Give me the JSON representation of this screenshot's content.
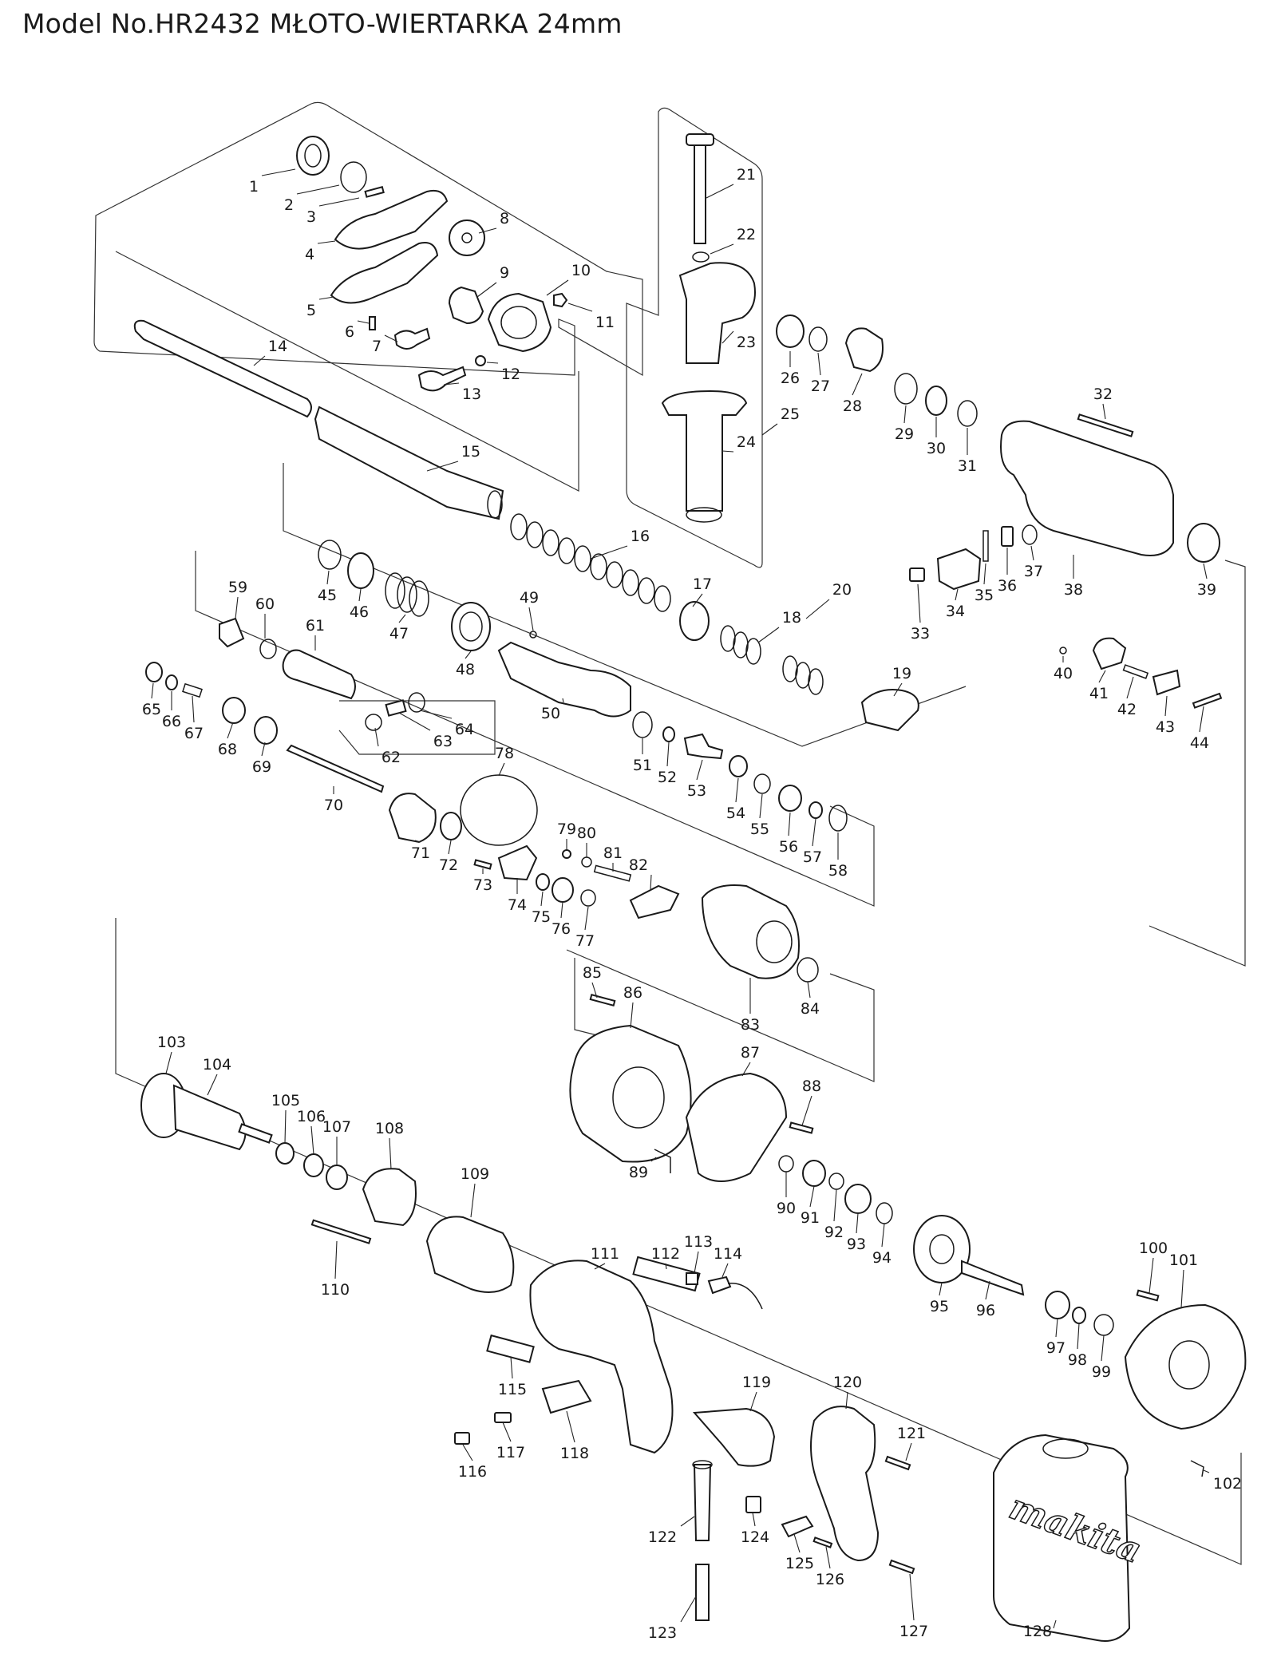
{
  "title": "Model No.HR2432 MŁOTO-WIERTARKA 24mm",
  "parts": [
    {
      "n": "1"
    },
    {
      "n": "2"
    },
    {
      "n": "3"
    },
    {
      "n": "4"
    },
    {
      "n": "5"
    },
    {
      "n": "6"
    },
    {
      "n": "7"
    },
    {
      "n": "8"
    },
    {
      "n": "9"
    },
    {
      "n": "10"
    },
    {
      "n": "11"
    },
    {
      "n": "12"
    },
    {
      "n": "13"
    },
    {
      "n": "14"
    },
    {
      "n": "15"
    },
    {
      "n": "16"
    },
    {
      "n": "17"
    },
    {
      "n": "18"
    },
    {
      "n": "19"
    },
    {
      "n": "20"
    },
    {
      "n": "21"
    },
    {
      "n": "22"
    },
    {
      "n": "23"
    },
    {
      "n": "24"
    },
    {
      "n": "25"
    },
    {
      "n": "26"
    },
    {
      "n": "27"
    },
    {
      "n": "28"
    },
    {
      "n": "29"
    },
    {
      "n": "30"
    },
    {
      "n": "31"
    },
    {
      "n": "32"
    },
    {
      "n": "33"
    },
    {
      "n": "34"
    },
    {
      "n": "35"
    },
    {
      "n": "36"
    },
    {
      "n": "37"
    },
    {
      "n": "38"
    },
    {
      "n": "39"
    },
    {
      "n": "40"
    },
    {
      "n": "41"
    },
    {
      "n": "42"
    },
    {
      "n": "43"
    },
    {
      "n": "44"
    },
    {
      "n": "45"
    },
    {
      "n": "46"
    },
    {
      "n": "47"
    },
    {
      "n": "48"
    },
    {
      "n": "49"
    },
    {
      "n": "50"
    },
    {
      "n": "51"
    },
    {
      "n": "52"
    },
    {
      "n": "53"
    },
    {
      "n": "54"
    },
    {
      "n": "55"
    },
    {
      "n": "56"
    },
    {
      "n": "57"
    },
    {
      "n": "58"
    },
    {
      "n": "59"
    },
    {
      "n": "60"
    },
    {
      "n": "61"
    },
    {
      "n": "62"
    },
    {
      "n": "63"
    },
    {
      "n": "64"
    },
    {
      "n": "65"
    },
    {
      "n": "66"
    },
    {
      "n": "67"
    },
    {
      "n": "68"
    },
    {
      "n": "69"
    },
    {
      "n": "70"
    },
    {
      "n": "71"
    },
    {
      "n": "72"
    },
    {
      "n": "73"
    },
    {
      "n": "74"
    },
    {
      "n": "75"
    },
    {
      "n": "76"
    },
    {
      "n": "77"
    },
    {
      "n": "78"
    },
    {
      "n": "79"
    },
    {
      "n": "80"
    },
    {
      "n": "81"
    },
    {
      "n": "82"
    },
    {
      "n": "83"
    },
    {
      "n": "84"
    },
    {
      "n": "85"
    },
    {
      "n": "86"
    },
    {
      "n": "87"
    },
    {
      "n": "88"
    },
    {
      "n": "89"
    },
    {
      "n": "90"
    },
    {
      "n": "91"
    },
    {
      "n": "92"
    },
    {
      "n": "93"
    },
    {
      "n": "94"
    },
    {
      "n": "95"
    },
    {
      "n": "96"
    },
    {
      "n": "97"
    },
    {
      "n": "98"
    },
    {
      "n": "99"
    },
    {
      "n": "100"
    },
    {
      "n": "101"
    },
    {
      "n": "102"
    },
    {
      "n": "103"
    },
    {
      "n": "104"
    },
    {
      "n": "105"
    },
    {
      "n": "106"
    },
    {
      "n": "107"
    },
    {
      "n": "108"
    },
    {
      "n": "109"
    },
    {
      "n": "110"
    },
    {
      "n": "111"
    },
    {
      "n": "112"
    },
    {
      "n": "113"
    },
    {
      "n": "114"
    },
    {
      "n": "115"
    },
    {
      "n": "116"
    },
    {
      "n": "117"
    },
    {
      "n": "118"
    },
    {
      "n": "119"
    },
    {
      "n": "120"
    },
    {
      "n": "121"
    },
    {
      "n": "122"
    },
    {
      "n": "123"
    },
    {
      "n": "124"
    },
    {
      "n": "125"
    },
    {
      "n": "126"
    },
    {
      "n": "127"
    },
    {
      "n": "128"
    }
  ],
  "case_logo": "makita",
  "colors": {
    "ink": "#1a1a1a",
    "background": "#ffffff"
  }
}
